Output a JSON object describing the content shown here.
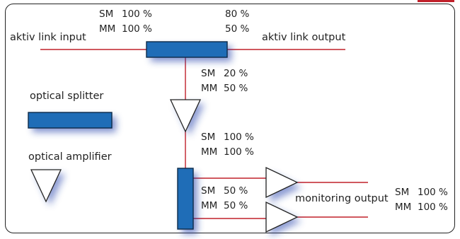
{
  "colors": {
    "fiber": "#c0202a",
    "splitter": "#1f6db7",
    "splitter_edge": "#0d2a48",
    "shadow": "#1a3aa8"
  },
  "top_input_ratio": [
    {
      "label": "SM",
      "value": "100 %"
    },
    {
      "label": "MM",
      "value": "100 %"
    }
  ],
  "top_output_ratio": [
    "80 %",
    "50 %"
  ],
  "aktiv_link_input": "aktiv link input",
  "aktiv_link_output": "aktiv link output",
  "tap_ratio": [
    {
      "label": "SM",
      "value": "20 %"
    },
    {
      "label": "MM",
      "value": "50 %"
    }
  ],
  "amp_out_ratio": [
    {
      "label": "SM",
      "value": "100 %"
    },
    {
      "label": "MM",
      "value": "100 %"
    }
  ],
  "branch_ratio": [
    {
      "label": "SM",
      "value": "50 %"
    },
    {
      "label": "MM",
      "value": "50 %"
    }
  ],
  "monitoring_output": "monitoring output",
  "monitor_ratio": [
    {
      "label": "SM",
      "value": "100 %"
    },
    {
      "label": "MM",
      "value": "100 %"
    }
  ],
  "legend": {
    "splitter_label": "optical splitter",
    "amplifier_label": "optical amplifier"
  }
}
